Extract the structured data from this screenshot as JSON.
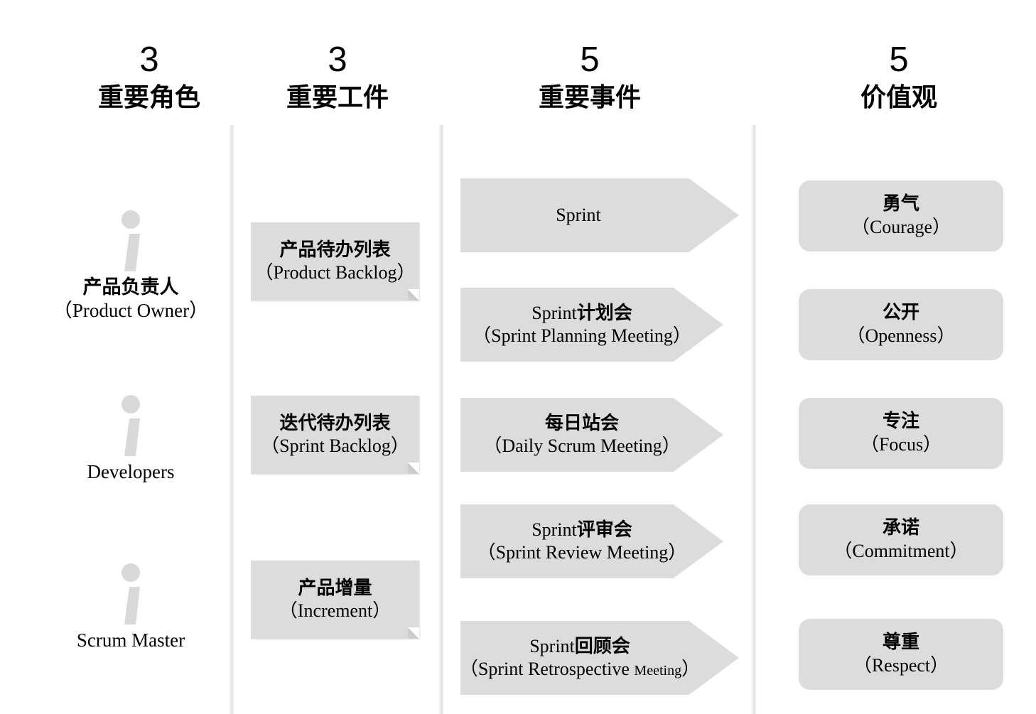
{
  "columns": [
    {
      "count": "3",
      "title": "重要角色"
    },
    {
      "count": "3",
      "title": "重要工件"
    },
    {
      "count": "5",
      "title": "重要事件"
    },
    {
      "count": "5",
      "title": "价值观"
    }
  ],
  "roles": [
    {
      "cn": "产品负责人",
      "en": "（Product Owner）",
      "icon": "person-icon"
    },
    {
      "cn": "",
      "en": "Developers",
      "icon": "person-icon"
    },
    {
      "cn": "",
      "en": "Scrum Master",
      "icon": "person-icon"
    }
  ],
  "artifacts": [
    {
      "cn": "产品待办列表",
      "en": "（Product Backlog）"
    },
    {
      "cn": "迭代待办列表",
      "en": "（Sprint Backlog）"
    },
    {
      "cn": "产品增量",
      "en": "（Increment）"
    }
  ],
  "events": [
    {
      "cn": "Sprint",
      "en": ""
    },
    {
      "cn_pre": "Sprint",
      "cn_post": "计划会",
      "en": "（Sprint Planning Meeting）"
    },
    {
      "cn_pre": "",
      "cn_post": "每日站会",
      "en": "（Daily Scrum Meeting）"
    },
    {
      "cn_pre": "Sprint",
      "cn_post": "评审会",
      "en": "（Sprint Review Meeting）"
    },
    {
      "cn_pre": "Sprint",
      "cn_post": "回顾会",
      "en_main": "（Sprint Retrospective ",
      "en_small": "Meeting",
      "en_tail": "）"
    }
  ],
  "values": [
    {
      "cn": "勇气",
      "en": "（Courage）"
    },
    {
      "cn": "公开",
      "en": "（Openness）"
    },
    {
      "cn": "专注",
      "en": "（Focus）"
    },
    {
      "cn": "承诺",
      "en": "（Commitment）"
    },
    {
      "cn": "尊重",
      "en": "（Respect）"
    }
  ],
  "colors": {
    "background": "#ffffff",
    "shape_fill": "#dcdcdc",
    "icon_fill": "#d9d9d9",
    "text": "#000000",
    "divider": "#e0e0e0"
  }
}
